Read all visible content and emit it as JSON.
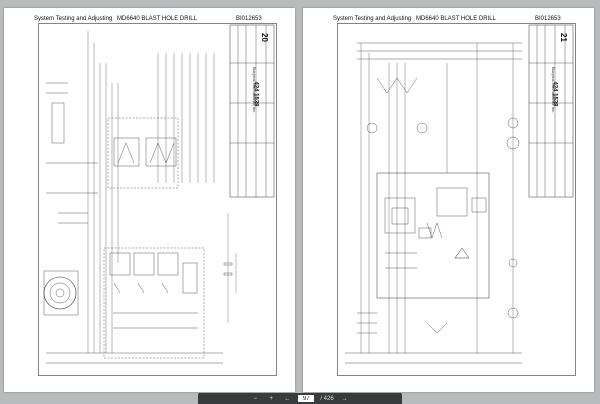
{
  "pages": [
    {
      "section": "System Testing and Adjusting",
      "title": "MD6640 BLAST HOLE DRILL",
      "doc_id": "BI012653",
      "sheet": "20",
      "drawing_no": "424 1538",
      "company": "Bucyrus International, Inc."
    },
    {
      "section": "System Testing and Adjusting",
      "title": "MD6640 BLAST HOLE DRILL",
      "doc_id": "BI012653",
      "sheet": "21",
      "drawing_no": "424 1538",
      "company": "Bucyrus International, Inc."
    }
  ],
  "viewer": {
    "current_page": "97",
    "total_pages": "/ 426",
    "zoom_out_icon": "minus-icon",
    "zoom_in_icon": "plus-icon",
    "prev_icon": "arrow-left-icon",
    "next_icon": "arrow-right-icon"
  }
}
